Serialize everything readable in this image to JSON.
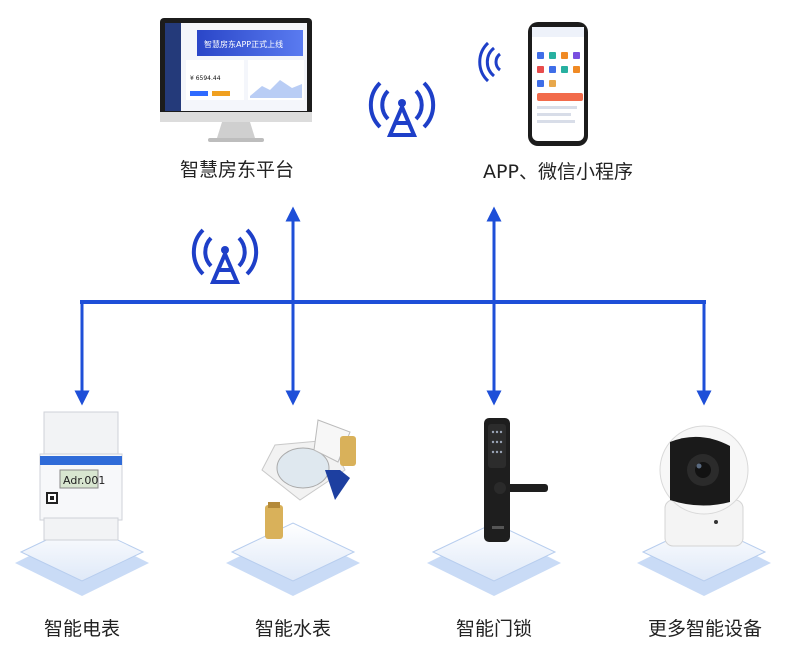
{
  "nodes": {
    "platform": {
      "label": "智慧房东平台"
    },
    "app": {
      "label": "APP、微信小程序"
    },
    "meter": {
      "label": "智能电表",
      "display": "Adr.001"
    },
    "water": {
      "label": "智能水表"
    },
    "lock": {
      "label": "智能门锁"
    },
    "more": {
      "label": "更多智能设备"
    }
  },
  "monitor_screen": {
    "banner": "智慧房东APP正式上线",
    "value": "¥ 6594.44"
  },
  "colors": {
    "line": "#1e4fd8",
    "signal": "#1e3fc8",
    "platform": "#eaf1fb"
  }
}
